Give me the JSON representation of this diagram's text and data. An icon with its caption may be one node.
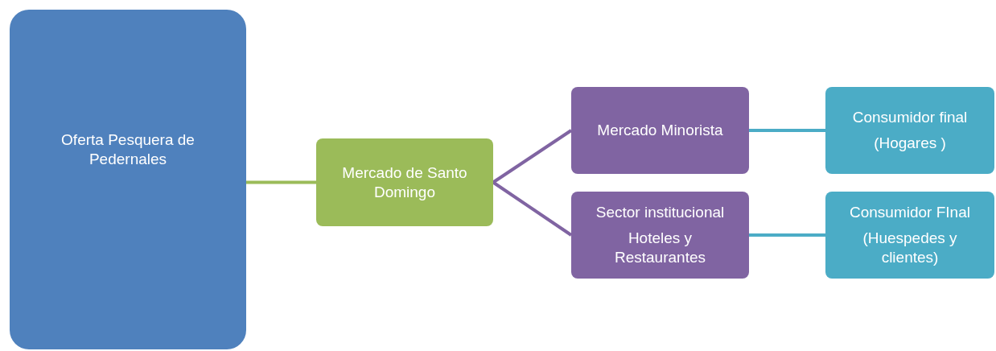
{
  "diagram": {
    "nodes": [
      {
        "text": [
          "Oferta Pesquera de Pedernales"
        ]
      },
      {
        "text": [
          "Mercado de Santo Domingo"
        ]
      },
      {
        "text": [
          "Mercado Minorista"
        ]
      },
      {
        "text": [
          "Sector institucional",
          "Hoteles y Restaurantes"
        ]
      },
      {
        "text": [
          "Consumidor final",
          "(Hogares )"
        ]
      },
      {
        "text": [
          "Consumidor FInal",
          "(Huespedes y clientes)"
        ]
      }
    ],
    "edges": [
      {
        "from": 0,
        "to": 1,
        "arrow": "none",
        "color": "#9bbb59"
      },
      {
        "from": 1,
        "to": 2,
        "arrow": "none",
        "color": "#8064a2"
      },
      {
        "from": 1,
        "to": 3,
        "arrow": "none",
        "color": "#8064a2"
      },
      {
        "from": 2,
        "to": 4,
        "arrow": "none",
        "color": "#4bacc6"
      },
      {
        "from": 3,
        "to": 5,
        "arrow": "none",
        "color": "#4bacc6"
      }
    ]
  }
}
